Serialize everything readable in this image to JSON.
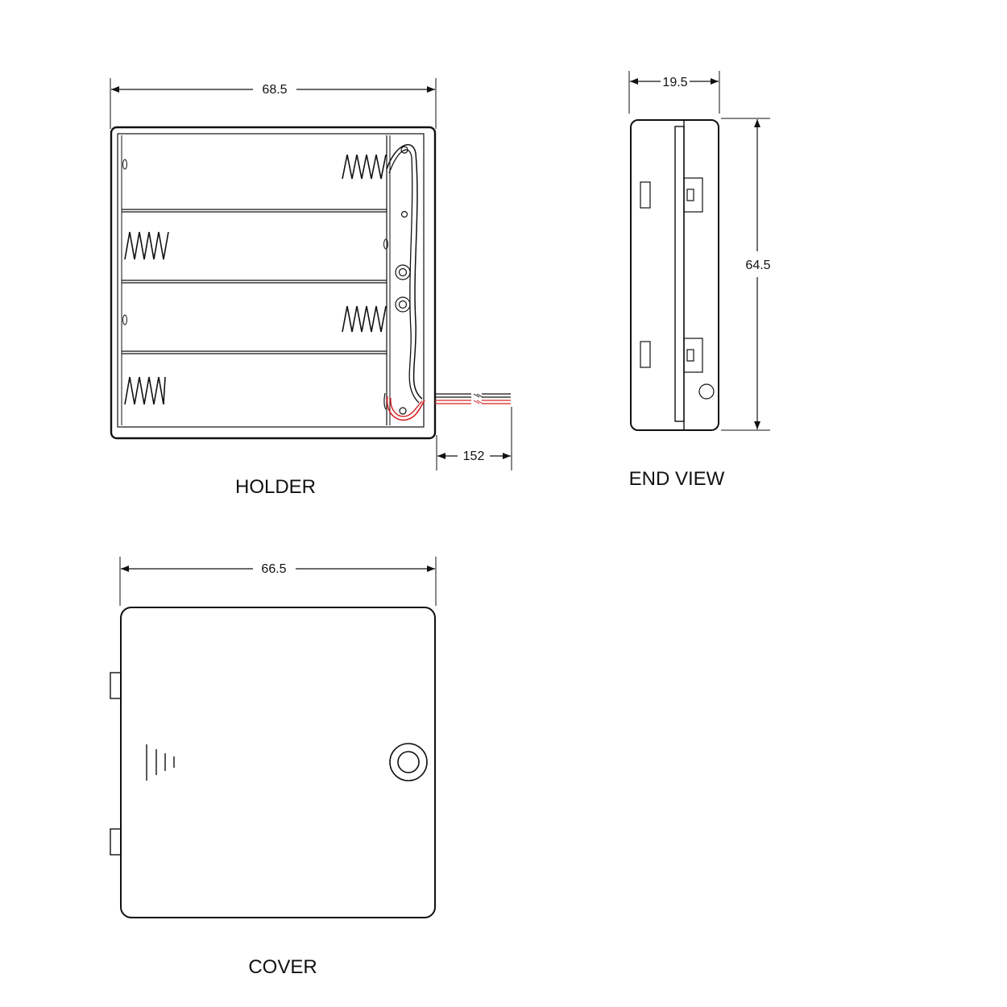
{
  "colors": {
    "line": "#111111",
    "wire_red": "#d62020",
    "background": "#ffffff"
  },
  "holder": {
    "label": "HOLDER",
    "dim_width": "68.5",
    "dim_wire": "152"
  },
  "end_view": {
    "label": "END VIEW",
    "dim_depth": "19.5",
    "dim_height": "64.5"
  },
  "cover": {
    "label": "COVER",
    "dim_width": "66.5"
  }
}
